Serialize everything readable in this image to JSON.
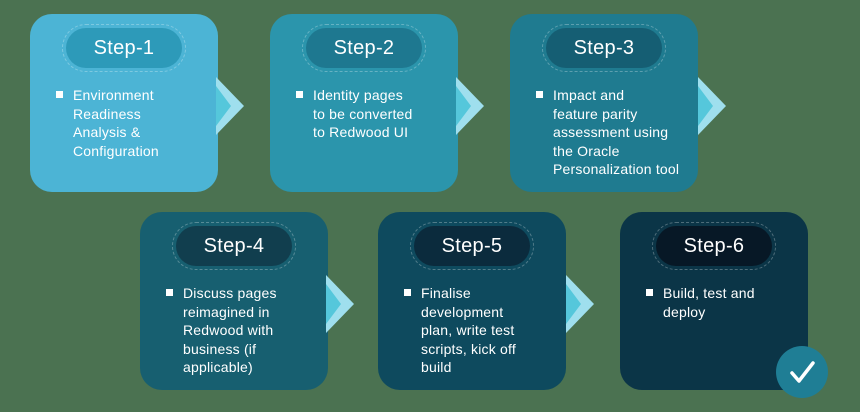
{
  "diagram": {
    "background_color": "#4b7251",
    "text_color": "#ffffff",
    "arrow_outer_color": "#9fdfee",
    "arrow_inner_color": "#55c7db",
    "check": {
      "circle_color": "#1f7e95",
      "mark_color": "#ffffff"
    }
  },
  "steps": [
    {
      "label": "Step-1",
      "text": "Environment\nReadiness\nAnalysis &\nConfiguration",
      "card_color": "#4cb4d5",
      "pill_color": "#2d9ab9"
    },
    {
      "label": "Step-2",
      "text": "Identity pages\nto be converted\nto Redwood UI",
      "card_color": "#2b95ac",
      "pill_color": "#1e7890"
    },
    {
      "label": "Step-3",
      "text": "Impact and\nfeature parity\nassessment using\nthe Oracle\nPersonalization tool",
      "card_color": "#1f7b90",
      "pill_color": "#155e73"
    },
    {
      "label": "Step-4",
      "text": "Discuss pages\nreimagined in\nRedwood with\nbusiness (if\napplicable)",
      "card_color": "#175f70",
      "pill_color": "#113e4e"
    },
    {
      "label": "Step-5",
      "text": "Finalise\ndevelopment\nplan, write test\nscripts, kick off\nbuild",
      "card_color": "#0e4a5e",
      "pill_color": "#0b2b3d"
    },
    {
      "label": "Step-6",
      "text": "Build, test and\ndeploy",
      "card_color": "#0b3547",
      "pill_color": "#071826"
    }
  ]
}
